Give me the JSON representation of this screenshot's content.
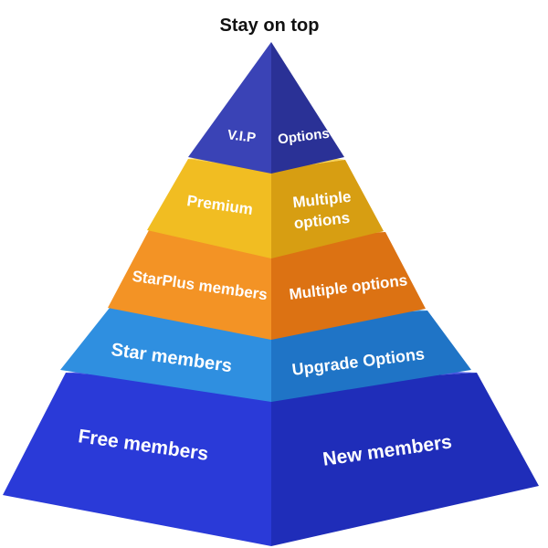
{
  "diagram": {
    "top_label": "Stay on top",
    "tiers": [
      {
        "left": "V.I.P",
        "right": "Options",
        "colors": {
          "left": "#3a43b6",
          "right": "#2a3196",
          "top": "#5a63d4"
        }
      },
      {
        "left": "Premium",
        "right": [
          "Multiple",
          "options"
        ],
        "colors": {
          "left": "#f1bd22",
          "right": "#d79e12",
          "top": "#f8d458"
        }
      },
      {
        "left": "StarPlus members",
        "right": "Multiple options",
        "colors": {
          "left": "#f39325",
          "right": "#dc7213",
          "top": "#f7b060"
        }
      },
      {
        "left": "Star members",
        "right": "Upgrade Options",
        "colors": {
          "left": "#2f8fe0",
          "right": "#1f74c6",
          "top": "#57a9ec"
        }
      },
      {
        "left": "Free members",
        "right": "New members",
        "colors": {
          "left": "#2a3ad8",
          "right": "#1f2db9",
          "top": "#4a5ae6"
        }
      }
    ]
  }
}
